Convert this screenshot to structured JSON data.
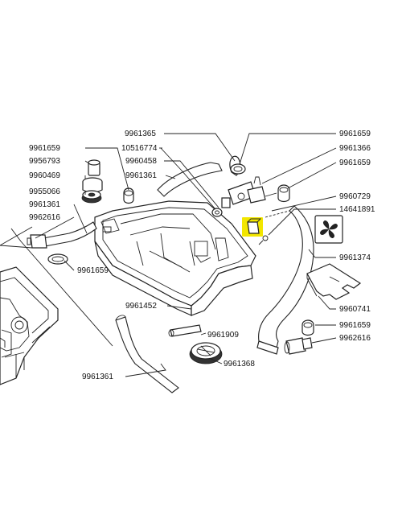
{
  "parts": {
    "p1": "9961365",
    "p2": "10516774",
    "p3": "9960458",
    "p4": "9961361",
    "p5": "9961659",
    "p6": "9956793",
    "p7": "9960469",
    "p8": "9955066",
    "p9": "9961361",
    "p10": "9962616",
    "p11": "9961659",
    "p12": "9961452",
    "p13": "9961909",
    "p14": "9961368",
    "p15": "9961361",
    "p16": "9961659",
    "p17": "9961366",
    "p18": "9961659",
    "p19": "9960729",
    "p20": "14641891",
    "p21": "9961374",
    "p22": "9960741",
    "p23": "9961659",
    "p24": "9962616"
  },
  "highlight_color": "#f2e600"
}
